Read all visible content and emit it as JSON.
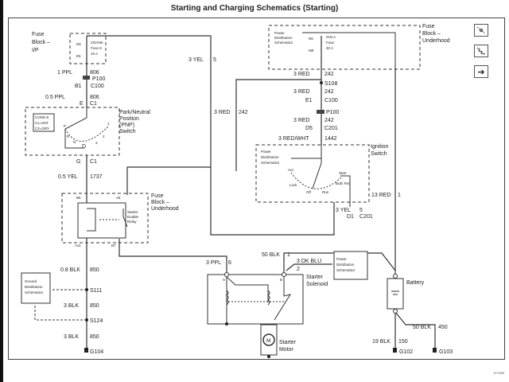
{
  "title": "Starting and Charging Schematics (Starting)",
  "doc_id": "874385",
  "nav_buttons": [
    {
      "name": "connector-view-button",
      "icon": "connector-icon"
    },
    {
      "name": "wiring-view-button",
      "icon": "wiring-icon"
    },
    {
      "name": "next-page-button",
      "icon": "arrow-right-icon",
      "glyph": "➔"
    }
  ],
  "components": {
    "fuse_block_ip": {
      "label_lines": [
        "Fuse",
        "Block –",
        "I/P"
      ],
      "pin_top": "D6",
      "pin_bottom": "E5",
      "fuse_lines": [
        "CRANK",
        "Fuse 6",
        "10 A"
      ]
    },
    "fuse_block_underhood_top": {
      "label_lines": [
        "Fuse",
        "Block –",
        "Underhood"
      ],
      "pdist_lines": [
        "Power",
        "Distribution",
        "Schematics"
      ],
      "pin_top": "N6",
      "pin_bottom": "M9",
      "fuse_lines": [
        "IGN A",
        "Fuse",
        "40 A"
      ]
    },
    "pnp_switch": {
      "label_lines": [
        "Park/Neutral",
        "Position",
        "(PNP)",
        "Switch"
      ],
      "legend_lines": [
        "CONN E",
        "C1=NAT",
        "C2=GRY"
      ],
      "positions": [
        "P",
        "R",
        "N",
        "D",
        "3",
        "2",
        "1"
      ]
    },
    "ignition_switch": {
      "label_lines": [
        "Ignition",
        "Switch"
      ],
      "pdist_lines": [
        "Power",
        "Distribution",
        "Schematics"
      ],
      "positions": [
        "Acc",
        "Lock",
        "Off",
        "Run",
        "Bulb Test",
        "Start"
      ]
    },
    "starter_relay": {
      "block_label_lines": [
        "Fuse",
        "Block –",
        "Underhood"
      ],
      "relay_label_lines": [
        "Starter",
        "Enable",
        "Relay"
      ],
      "pins": [
        "B6",
        "A6",
        "A11",
        "B7"
      ]
    },
    "starter_solenoid": {
      "label_lines": [
        "Starter",
        "Solenoid"
      ],
      "pins": [
        "S",
        "B",
        "M"
      ]
    },
    "starter_motor": {
      "label_lines": [
        "Starter",
        "Motor"
      ],
      "symbol": "M"
    },
    "battery": {
      "label": "Battery"
    },
    "ground_dist": {
      "label_lines": [
        "Ground",
        "Distribution",
        "Schematics"
      ]
    },
    "power_dist_solenoid": {
      "label_lines": [
        "Power",
        "Distribution",
        "Schematics"
      ]
    }
  },
  "wires": {
    "w1": {
      "label": "1 PPL",
      "circuit": "806"
    },
    "p100a": {
      "label": "P100"
    },
    "c100a": {
      "pin": "B1",
      "label": "C100"
    },
    "w2": {
      "label": "0.5 PPL",
      "circuit": "806"
    },
    "c1a": {
      "pin": "E",
      "label": "C1"
    },
    "c1b": {
      "pin": "G",
      "label": "C1"
    },
    "w3": {
      "label": "0.5 YEL",
      "circuit": "1737"
    },
    "w4": {
      "label": "3 YEL",
      "circuit": "5"
    },
    "w5": {
      "label": "3 RED",
      "circuit": "242"
    },
    "w6": {
      "label": "3 RED",
      "circuit": "242"
    },
    "s108": {
      "label": "S108"
    },
    "w7": {
      "label": "3 RED",
      "circuit": "242"
    },
    "c100b": {
      "pin": "E1",
      "label": "C100"
    },
    "p100b": {
      "label": "P100"
    },
    "w8": {
      "label": "3 RED",
      "circuit": "242"
    },
    "c201a": {
      "pin": "D5",
      "label": "C201"
    },
    "w9": {
      "label": "3 RED/WHT",
      "circuit": "1442"
    },
    "w10": {
      "label": "13 RED",
      "circuit": "1"
    },
    "w11": {
      "label": "3 YEL",
      "circuit": "5"
    },
    "c201b": {
      "pin": "D1",
      "label": "C201"
    },
    "w12": {
      "label": "0.8 BLK",
      "circuit": "850"
    },
    "s111": {
      "label": "S111"
    },
    "w13": {
      "label": "3 BLK",
      "circuit": "850"
    },
    "s124": {
      "label": "S124"
    },
    "w14": {
      "label": "3 BLK",
      "circuit": "850"
    },
    "g104": {
      "label": "G104"
    },
    "w15": {
      "label": "3 PPL",
      "circuit": "6"
    },
    "w16": {
      "label": "50 BLK",
      "circuit": "1"
    },
    "w17": {
      "label": "3 DK BLU",
      "circuit": "2"
    },
    "w18": {
      "label": "50 BLK",
      "circuit": "450"
    },
    "w19": {
      "label": "19 BLK",
      "circuit": "150"
    },
    "g102": {
      "label": "G102"
    },
    "g103": {
      "label": "G103"
    }
  }
}
